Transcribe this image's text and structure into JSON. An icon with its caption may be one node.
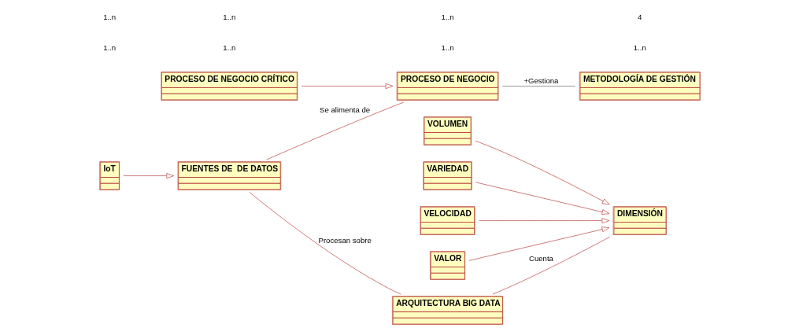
{
  "diagram": {
    "nodes": [
      {
        "text": [
          "METODOLOGÍA DE GESTIÓN"
        ]
      },
      {
        "text": [
          "PROCESO DE NEGOCIO"
        ]
      },
      {
        "text": [
          "PROCESO DE NEGOCIO CRÍTICO"
        ]
      },
      {
        "text": [
          "VOLUMEN"
        ]
      },
      {
        "text": [
          "VARIEDAD"
        ]
      },
      {
        "text": [
          "FUENTES DE  DE DATOS"
        ]
      },
      {
        "text": [
          "ARQUITECTURA BIG DATA"
        ]
      },
      {
        "text": [
          "DIMENSIÓN"
        ]
      },
      {
        "text": [
          "VELOCIDAD"
        ]
      },
      {
        "text": [
          "VALOR"
        ]
      },
      {
        "text": [
          "IoT"
        ]
      }
    ],
    "edges": [
      {
        "from": 1,
        "to": 0,
        "arrow": "none",
        "label": "+Gestiona",
        "color": "#606060"
      },
      {
        "from": 2,
        "to": 1,
        "arrow": "to"
      },
      {
        "from": 5,
        "to": 1,
        "arrow": "none",
        "label": "Se alimenta de"
      },
      {
        "from": 5,
        "to": 6,
        "arrow": "none",
        "label": "Procesan sobre"
      },
      {
        "from": 6,
        "to": 7,
        "arrow": "none",
        "label": "Cuenta"
      },
      {
        "from": 3,
        "to": 7,
        "arrow": "to"
      },
      {
        "from": 4,
        "to": 7,
        "arrow": "to"
      },
      {
        "from": 8,
        "to": 7,
        "arrow": "to"
      },
      {
        "from": 9,
        "to": 7,
        "arrow": "to"
      },
      {
        "from": 10,
        "to": 5,
        "arrow": "to"
      }
    ],
    "labels": [
      "1..n",
      "1..n",
      "1..n",
      "1..n",
      "1..n",
      "1..n",
      "1..n",
      "4"
    ]
  }
}
